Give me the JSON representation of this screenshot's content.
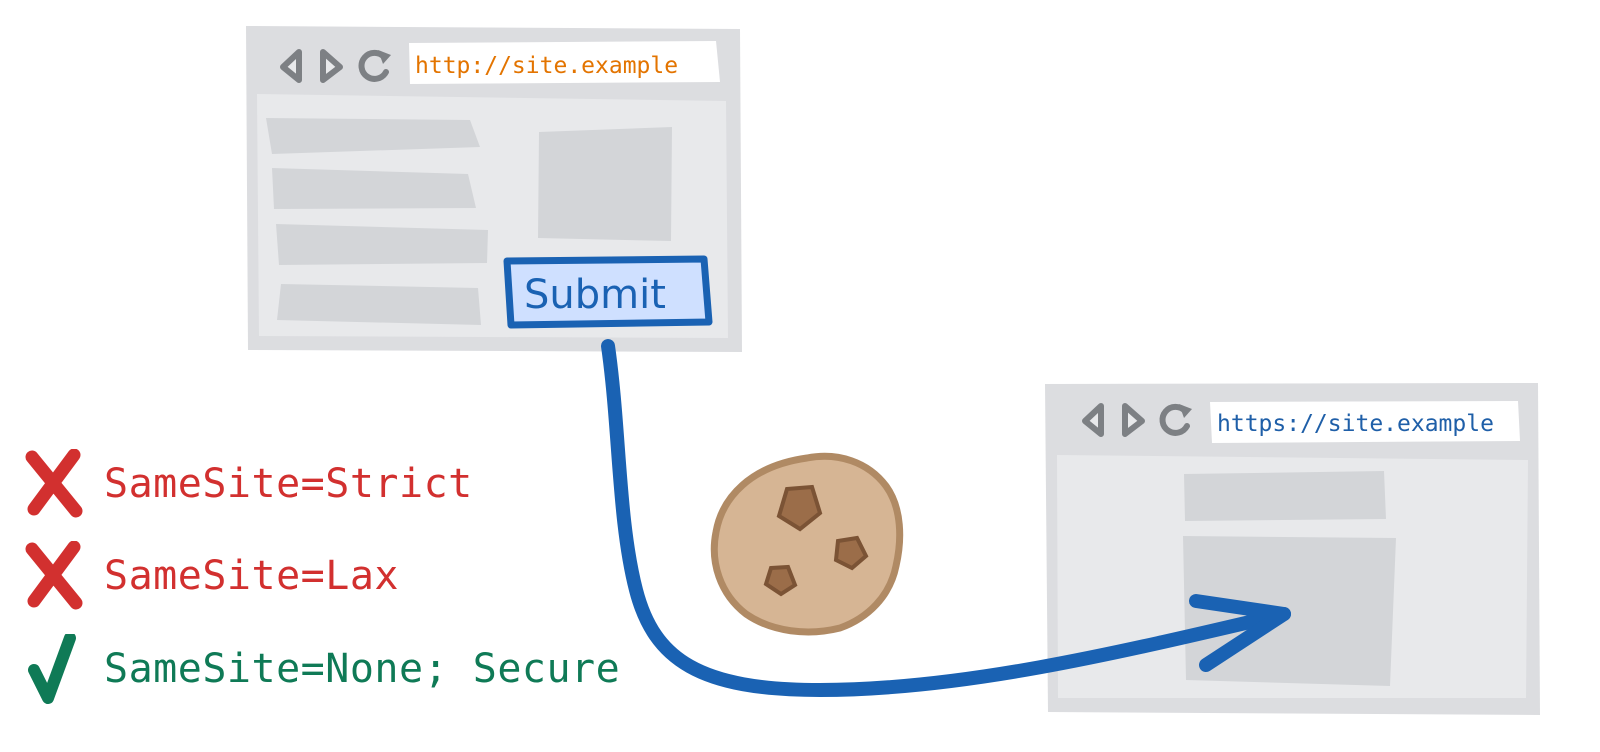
{
  "colors": {
    "frame": "#dcdde0",
    "panel": "#e8e9eb",
    "placeholder": "#d3d5d8",
    "nav_icon": "#7d8084",
    "http_url": "#e37400",
    "https_url": "#1f5fa8",
    "submit_fill": "#cfe0ff",
    "submit_border": "#1a62b3",
    "arrow": "#1a62b3",
    "cookie": "#d6b594",
    "cookie_outline": "#b08a64",
    "chip": "#9b6d49",
    "blocked": "#d2302f",
    "allowed": "#0f7a56"
  },
  "source_window": {
    "url": "http://site.example",
    "nav_icons": [
      "back-icon",
      "forward-icon",
      "reload-icon"
    ],
    "submit_label": "Submit"
  },
  "target_window": {
    "url": "https://site.example",
    "nav_icons": [
      "back-icon",
      "forward-icon",
      "reload-icon"
    ]
  },
  "cookie": {
    "icon": "cookie-icon"
  },
  "rules": [
    {
      "text": "SameSite=Strict",
      "status": "blocked",
      "icon": "cross-icon"
    },
    {
      "text": "SameSite=Lax",
      "status": "blocked",
      "icon": "cross-icon"
    },
    {
      "text": "SameSite=None; Secure",
      "status": "allowed",
      "icon": "check-icon"
    }
  ]
}
